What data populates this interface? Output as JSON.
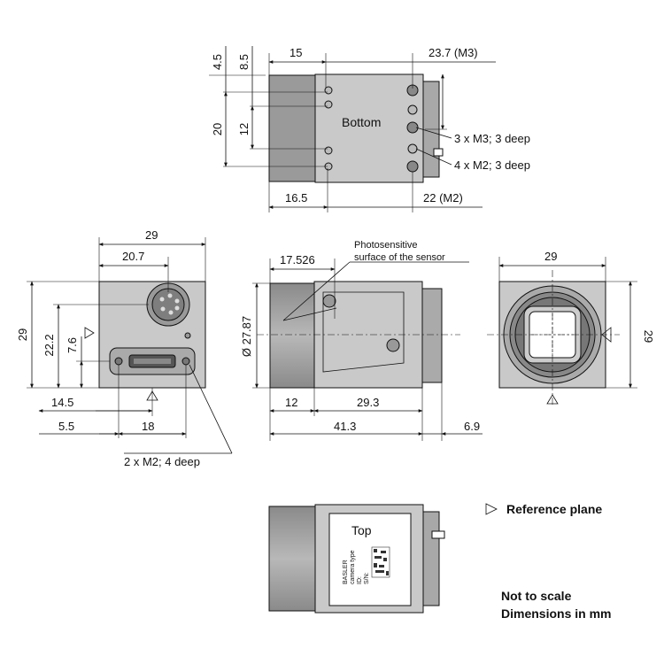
{
  "bottom_view": {
    "title": "Bottom",
    "dims": {
      "d_4_5": "4.5",
      "d_8_5": "8.5",
      "d_20": "20",
      "d_12": "12",
      "d_15": "15",
      "d_23_7": "23.7 (M3)",
      "d_16_5": "16.5",
      "d_22": "22 (M2)"
    },
    "callouts": {
      "m3": "3 x M3; 3 deep",
      "m2": "4 x M2; 3 deep"
    }
  },
  "back_view": {
    "dims": {
      "d_29_top": "29",
      "d_20_7": "20.7",
      "d_29_left": "29",
      "d_22_2": "22.2",
      "d_7_6": "7.6",
      "d_14_5": "14.5",
      "d_5_5": "5.5",
      "d_18": "18"
    },
    "callout": "2 x M2; 4 deep"
  },
  "side_view": {
    "annotation_line1": "Photosensitive",
    "annotation_line2": "surface of the sensor",
    "dims": {
      "d_17_526": "17.526",
      "d_diam": "Ø 27.87",
      "d_12": "12",
      "d_29_3": "29.3",
      "d_41_3": "41.3",
      "d_6_9": "6.9"
    }
  },
  "front_view": {
    "dims": {
      "d_29_top": "29",
      "d_29_right": "29"
    }
  },
  "top_view": {
    "title": "Top",
    "label_lines": [
      "BASLER",
      "camera type",
      "ID:",
      "S/N:"
    ]
  },
  "legend": {
    "reference_plane": "Reference plane",
    "not_to_scale": "Not to scale",
    "units": "Dimensions in mm"
  }
}
